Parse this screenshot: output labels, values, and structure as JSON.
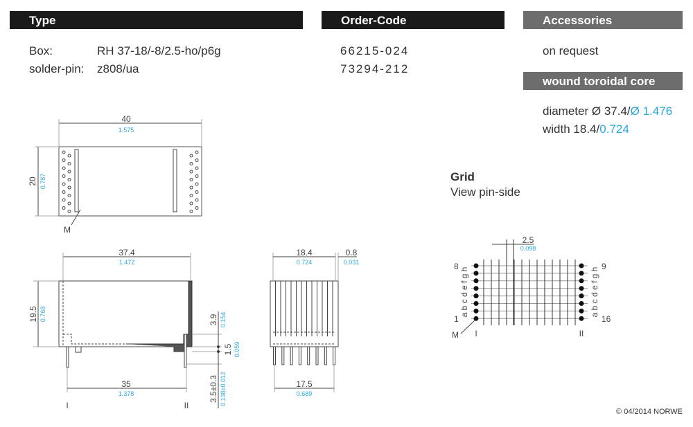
{
  "headers": {
    "type": "Type",
    "order_code": "Order-Code",
    "accessories": "Accessories",
    "core": "wound toroidal core"
  },
  "type_rows": [
    {
      "label": "Box:",
      "value": "RH 37-18/-8/2.5-ho/p6g",
      "code": "66215-024"
    },
    {
      "label": "solder-pin:",
      "value": "z808/ua",
      "code": "73294-212"
    }
  ],
  "accessories": "on request",
  "core": {
    "diameter_label": "diameter",
    "diameter_mm": "Ø 37.4",
    "diameter_in": "Ø 1.476",
    "width_label": "width",
    "width_mm": "18.4",
    "width_in": "0.724",
    "sep": "/"
  },
  "grid": {
    "title": "Grid",
    "subtitle": "View pin-side",
    "pitch_mm": "2.5",
    "pitch_in": "0.098",
    "rows_left": "a b c d e f g h",
    "rows_right": "a b c d e f g h",
    "pin_1": "1",
    "pin_8": "8",
    "pin_9": "9",
    "pin_16": "16",
    "marker": "M",
    "side_1": "I",
    "side_2": "II"
  },
  "top_view": {
    "w_mm": "40",
    "w_in": "1.575",
    "h_mm": "20",
    "h_in": "0.787",
    "marker": "M"
  },
  "side_view": {
    "w_mm": "37.4",
    "w_in": "1.472",
    "h_mm": "19.5",
    "h_in": "0.768",
    "pin_pitch_mm": "35",
    "pin_pitch_in": "1.378",
    "d1_mm": "3.9",
    "d1_in": "0.154",
    "d2_mm": "1.5",
    "d2_in": "0.059",
    "pin_len_mm": "3.5±0.3",
    "pin_len_in": "0.138±0.012",
    "side_1": "I",
    "side_2": "II"
  },
  "end_view": {
    "w_mm": "18.4",
    "w_in": "0.724",
    "t_mm": "0.8",
    "t_in": "0.031",
    "pin_span_mm": "17.5",
    "pin_span_in": "0.689"
  },
  "copyright": "© 04/2014 NORWE"
}
